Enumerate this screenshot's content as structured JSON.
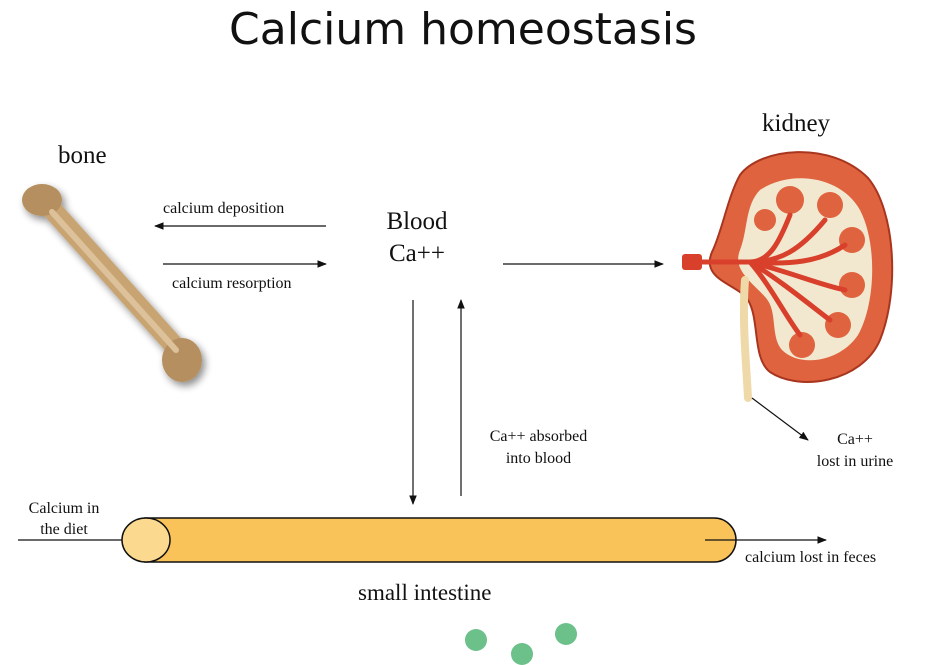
{
  "title": "Calcium homeostasis",
  "nodes": {
    "bone": "bone",
    "blood_line1": "Blood",
    "blood_line2": "Ca++",
    "kidney": "kidney",
    "intestine": "small intestine"
  },
  "edges": {
    "deposition": "calcium deposition",
    "resorption": "calcium resorption",
    "absorbed_line1": "Ca++ absorbed",
    "absorbed_line2": "into blood",
    "urine_line1": "Ca++",
    "urine_line2": "lost in urine",
    "diet_line1": "Calcium in",
    "diet_line2": "the diet",
    "feces": "calcium lost in feces"
  },
  "colors": {
    "intestine_fill": "#f9c35a",
    "intestine_end": "#fbd98f",
    "bone": "#c9a473",
    "kidney_cortex": "#e0633f",
    "kidney_medulla": "#f2e8cf",
    "vessel": "#d8402c",
    "dot": "#6cc08a"
  }
}
